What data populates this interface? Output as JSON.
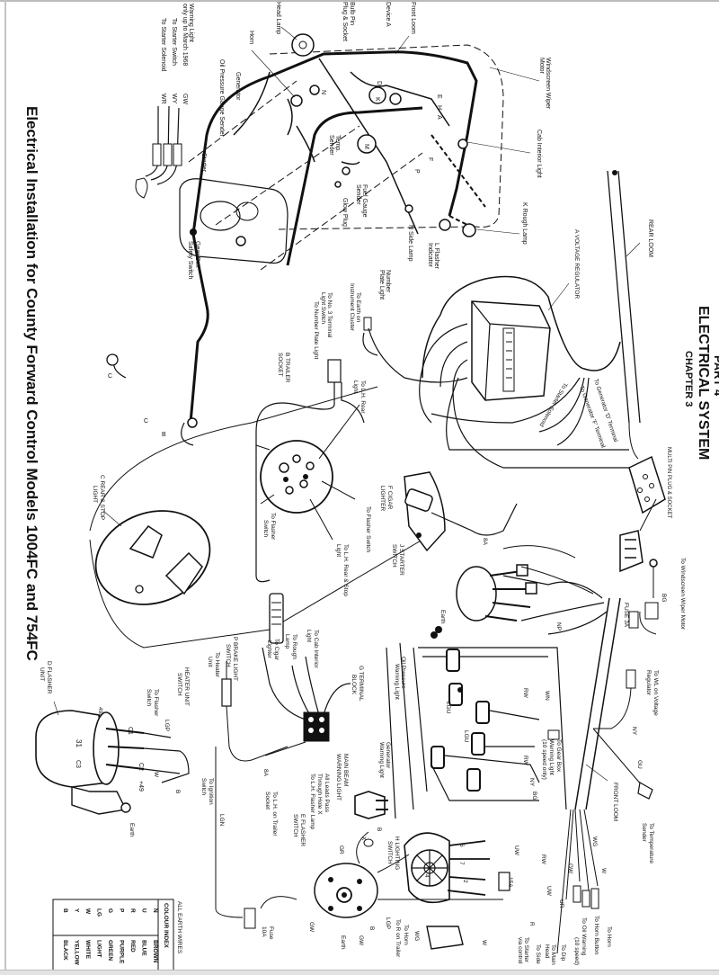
{
  "header": {
    "part": "PART 4",
    "system": "ELECTRICAL SYSTEM",
    "chapter": "CHAPTER 3"
  },
  "title": "Electrical Installation for County Forward Control Models 1004FC and 754FC",
  "top_left_notes": {
    "warning_light_1": "Warning Light",
    "warning_light_2": "only up to March 1968",
    "warning_light_code": "GW",
    "starter_switch": "To Starter Switch",
    "starter_switch_code": "WY",
    "starter_solenoid": "To Starter Solenoid",
    "starter_solenoid_code": "WR"
  },
  "engine_labels": {
    "head_lamp": "Head Lamp",
    "bulb_pin": "Bulb Pin",
    "plug_socket": "Plug & Socket",
    "device_a": "Device A",
    "front_loom": "Front Loom",
    "horn": "Horn",
    "generator": "Generator",
    "oil_pressure_sender": "Oil Pressure Gauge Sender",
    "starter": "Starter",
    "temp_sender_1": "Temp.",
    "temp_sender_2": "Sender",
    "fuel_gauge_1": "Fuel Gauge",
    "fuel_gauge_2": "Sender",
    "glow_plug": "Glow Plug",
    "gear_box_1": "Gear Box",
    "gear_box_2": "Safety Switch",
    "side_lamp": "N Side Lamp",
    "flasher_ind_1": "L Flasher",
    "flasher_ind_2": "Indicator",
    "number_plate_1": "Number",
    "number_plate_2": "Plate Light",
    "wiper_motor_1": "Windscreen Wiper",
    "wiper_motor_2": "Motor",
    "cab_light": "Cab Interior Light",
    "rough_lamp": "K Rough Lamp",
    "letters": [
      "E",
      "H",
      "A",
      "F",
      "P",
      "D",
      "K",
      "M",
      "N",
      "B",
      "C"
    ]
  },
  "rear_labels": {
    "rear_loom": "REAR LOOM",
    "voltage_regulator": "A VOLTAGE REGULATOR",
    "to_gen_d": "To Generator 'D' Terminal",
    "to_gen_f": "To Generator 'F' Terminal",
    "to_starter_solenoid": "To Starter Solenoid",
    "multi_pin": "MULTI PIN PLUG & SOCKET",
    "to_wiper": "To Windscreen Wiper Motor",
    "fuse_3a": "FUSE 3A",
    "earth_cluster_1": "To Earth on",
    "earth_cluster_2": "Instrument Cluster",
    "no3_terminal_1": "To No. 3 Terminal",
    "no3_terminal_2": "Light Switch",
    "to_number_plate": "To Number Plate Light",
    "to_lh_rear_1": "To L.H. Rear",
    "to_lh_rear_2": "Light",
    "trailer_1": "B TRAILER",
    "trailer_2": "SOCKET",
    "cigar_1": "F CIGAR",
    "cigar_2": "LIGHTER",
    "starter_sw_1": "J STARTER",
    "starter_sw_2": "SWITCH",
    "to_flasher_switch": "To Flasher Switch",
    "to_lh_rear_stop_1": "To L.H. Rear & Stop",
    "to_lh_rear_stop_2": "Light",
    "earth": "Earth",
    "fuse_8a": "8A"
  },
  "rear_stop_light": {
    "label_1": "C REAR & STOP",
    "label_2": "LIGHT"
  },
  "lower_left": {
    "brake_1": "P BRAKE LIGHT",
    "brake_2": "SWITCH",
    "to_heater_1": "To Heater",
    "to_heater_2": "Unit",
    "heater_1": "HEATER UNIT",
    "heater_2": "SWITCH",
    "to_cab_1": "To Cab Interior",
    "to_cab_2": "Light",
    "to_rough_1": "To Rough",
    "to_rough_2": "Lamp",
    "to_cigar_1": "To Cigar",
    "to_cigar_2": "Lighter",
    "terminal_1": "G TERMINAL",
    "terminal_2": "BLOCK",
    "flasher_1": "D FLASHER",
    "flasher_2": "UNIT",
    "to_flasher_sw_1": "To Flasher",
    "to_flasher_sw_2": "Switch",
    "to_ignition_1": "To Ignition",
    "to_ignition_2": "Switch",
    "earth": "Earth",
    "terminals": [
      "49a",
      "C1",
      "C2",
      "C3",
      "31",
      "+49"
    ],
    "codes": [
      "LGP",
      "W",
      "B",
      "G",
      "LGN"
    ]
  },
  "lower_center": {
    "oil_1": "Oil Pressure",
    "oil_2": "Warning Light",
    "gen_1": "Generator",
    "gen_2": "Warning Light",
    "main_beam_1": "MAIN BEAM",
    "main_beam_2": "WARNING LIGHT",
    "all_leads_1": "All Leads Pass",
    "all_leads_2": "Through Hole X",
    "to_lh_flasher": "To L.H. Flasher Lamp",
    "eflasher_1": "E FLASHER",
    "eflasher_2": "SWITCH",
    "to_lh_trailer_1": "To L.H. on Trailer",
    "to_lh_trailer_2": "Socket",
    "lighting_1": "H LIGHTING",
    "lighting_2": "SWITCH",
    "fuse_10a_1": "Fuse",
    "fuse_10a_2": "10A",
    "to_horn": "To Horn",
    "to_r_on_trailer": "To R on Trailer",
    "to_gearbox_1": "To Gear Box",
    "to_gearbox_2": "Warning Light",
    "to_gearbox_3": "(10 speed only)",
    "fuse_15a": "15A",
    "switch_nums": [
      "6",
      "7",
      "2",
      "4"
    ],
    "codes": [
      "LGU",
      "RW",
      "WN",
      "NP",
      "NY",
      "BG",
      "UW",
      "GR",
      "GW",
      "B",
      "LGP",
      "WG",
      "R",
      "W"
    ]
  },
  "right_bottom": {
    "to_wl_1": "To WL on Voltage",
    "to_wl_2": "Regulator",
    "to_temp_1": "To Temperature",
    "to_temp_2": "Sender",
    "front_loom": "FRONT LOOM",
    "to_horn": "To Horn",
    "to_horn_button": "To Horn Button",
    "to_oil_1": "To Oil Warning",
    "to_oil_2": "(10 speed)",
    "to_dip": "To Dip",
    "to_main_1": "To Main",
    "to_main_2": "Head",
    "to_side": "To Side",
    "to_starter_1": "To Starter",
    "to_starter_2": "via control",
    "codes": [
      "NY",
      "GU",
      "WG",
      "W",
      "GW",
      "UR",
      "UW",
      "RW",
      "BG",
      "R"
    ]
  },
  "colour_index": {
    "heading": "ALL EARTH WIRES",
    "title": "COLOUR INDEX",
    "rows": [
      {
        "code": "N",
        "name": "BROWN"
      },
      {
        "code": "U",
        "name": "BLUE"
      },
      {
        "code": "R",
        "name": "RED"
      },
      {
        "code": "P",
        "name": "PURPLE"
      },
      {
        "code": "G",
        "name": "GREEN"
      },
      {
        "code": "LG",
        "name": "LIGHT"
      },
      {
        "code": "W",
        "name": "WHITE"
      },
      {
        "code": "Y",
        "name": "YELLOW"
      },
      {
        "code": "B",
        "name": "BLACK"
      }
    ]
  }
}
